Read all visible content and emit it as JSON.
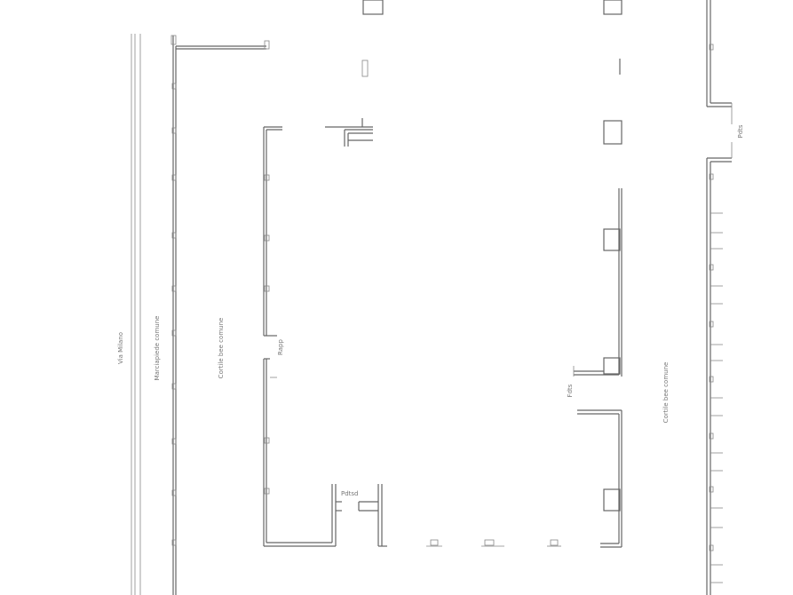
{
  "labels": {
    "street": "Via Milano",
    "sidewalk": "Marciapiede comune",
    "courtyard_left": "Cortile bee comune",
    "courtyard_right": "Cortile bee comune",
    "ramp_left": "Rapp",
    "ramp_mid": "Fdts",
    "ramp_right": "Pdts",
    "column_note": "Pdtsd"
  }
}
